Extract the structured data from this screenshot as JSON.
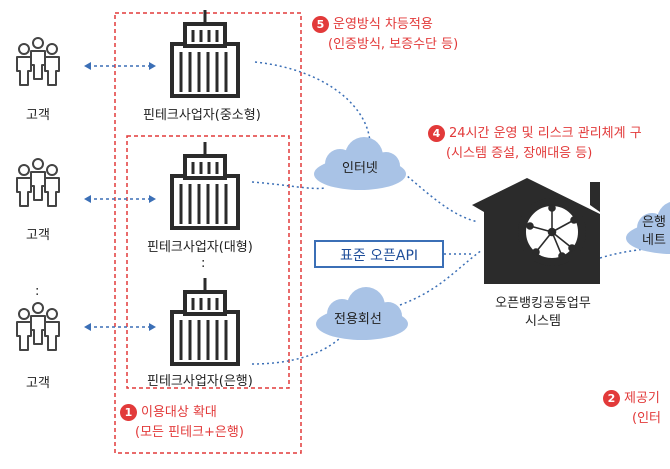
{
  "customers": [
    "고객",
    "고객",
    "고객"
  ],
  "ellipsis": ":",
  "fintech": {
    "small": "핀테크사업자(중소형)",
    "large": "핀테크사업자(대형)",
    "bank": "핀테크사업자(은행)"
  },
  "networks": {
    "internet": "인터넷",
    "leased_line": "전용회선",
    "bank_network": "은행\n네트"
  },
  "api_box": "표준 오픈API",
  "system": {
    "line1": "오픈뱅킹공동업무",
    "line2": "시스템"
  },
  "notes": {
    "n5_num": "5",
    "n5_line1": "운영방식 차등적용",
    "n5_line2": "(인증방식, 보증수단 등)",
    "n4_num": "4",
    "n4_line1": "24시간 운영 및 리스크 관리체계 구",
    "n4_line2": "(시스템 증설, 장애대응 등)",
    "n1_num": "1",
    "n1_line1": "이용대상 확대",
    "n1_line2": "(모든 핀테크+은행)",
    "n2_num": "2",
    "n2_line1": "제공기",
    "n2_line2": "(인터"
  },
  "colors": {
    "red": "#e23a3a",
    "blue": "#3b6fb6",
    "cloud": "#a9c3e6",
    "dark": "#2b2b2b"
  }
}
